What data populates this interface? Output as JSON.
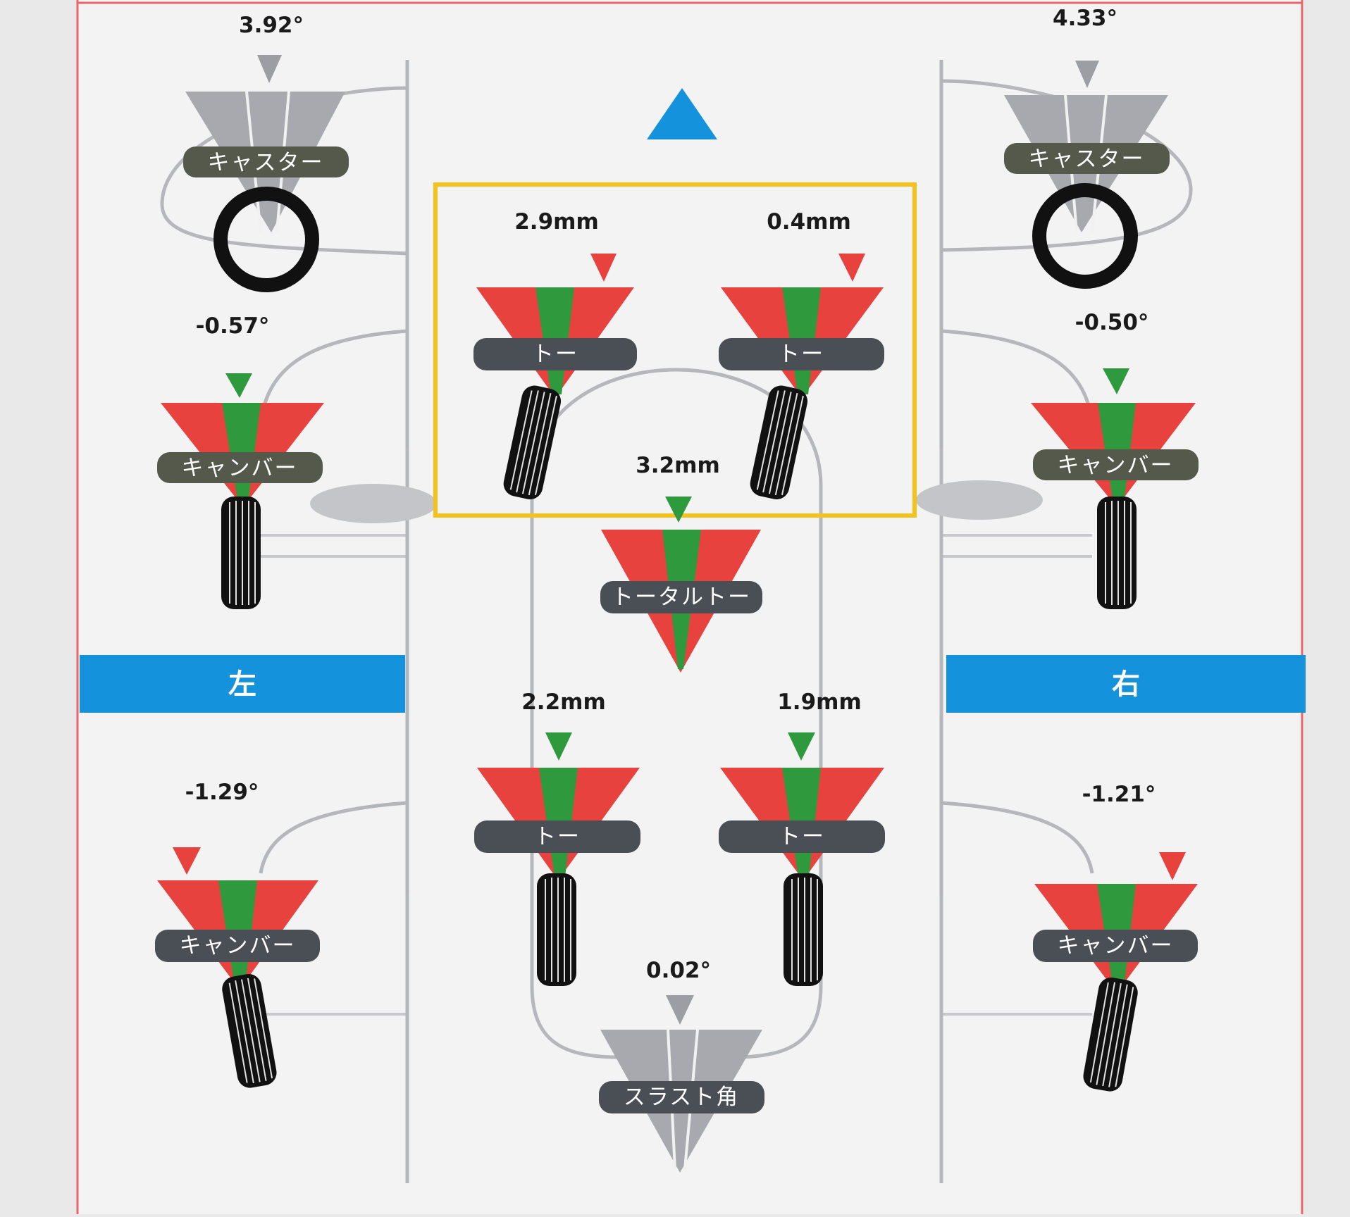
{
  "side_labels": {
    "left": "左",
    "right": "右"
  },
  "front_left": {
    "caster": {
      "value": "3.92°",
      "label": "キャスター"
    },
    "camber": {
      "value": "-0.57°",
      "label": "キャンバー"
    }
  },
  "front_right": {
    "caster": {
      "value": "4.33°",
      "label": "キャスター"
    },
    "camber": {
      "value": "-0.50°",
      "label": "キャンバー"
    }
  },
  "rear_left": {
    "camber": {
      "value": "-1.29°",
      "label": "キャンバー"
    }
  },
  "rear_right": {
    "camber": {
      "value": "-1.21°",
      "label": "キャンバー"
    }
  },
  "front_toe": {
    "left": {
      "value": "2.9mm",
      "label": "トー"
    },
    "right": {
      "value": "0.4mm",
      "label": "トー"
    }
  },
  "total_toe": {
    "value": "3.2mm",
    "label": "トータルトー"
  },
  "rear_toe": {
    "left": {
      "value": "2.2mm",
      "label": "トー"
    },
    "right": {
      "value": "1.9mm",
      "label": "トー"
    }
  },
  "thrust": {
    "value": "0.02°",
    "label": "スラスト角"
  },
  "colors": {
    "out_of_range": "#e8423f",
    "in_range": "#2f9a3d",
    "neutral": "#a7a9ae",
    "pill": "#4a4f55",
    "pill_olive": "#55594c",
    "side_band": "#1592dc",
    "direction_arrow": "#1592dc",
    "highlight_box": "#f4c21a",
    "frame_line": "#e5686a"
  }
}
